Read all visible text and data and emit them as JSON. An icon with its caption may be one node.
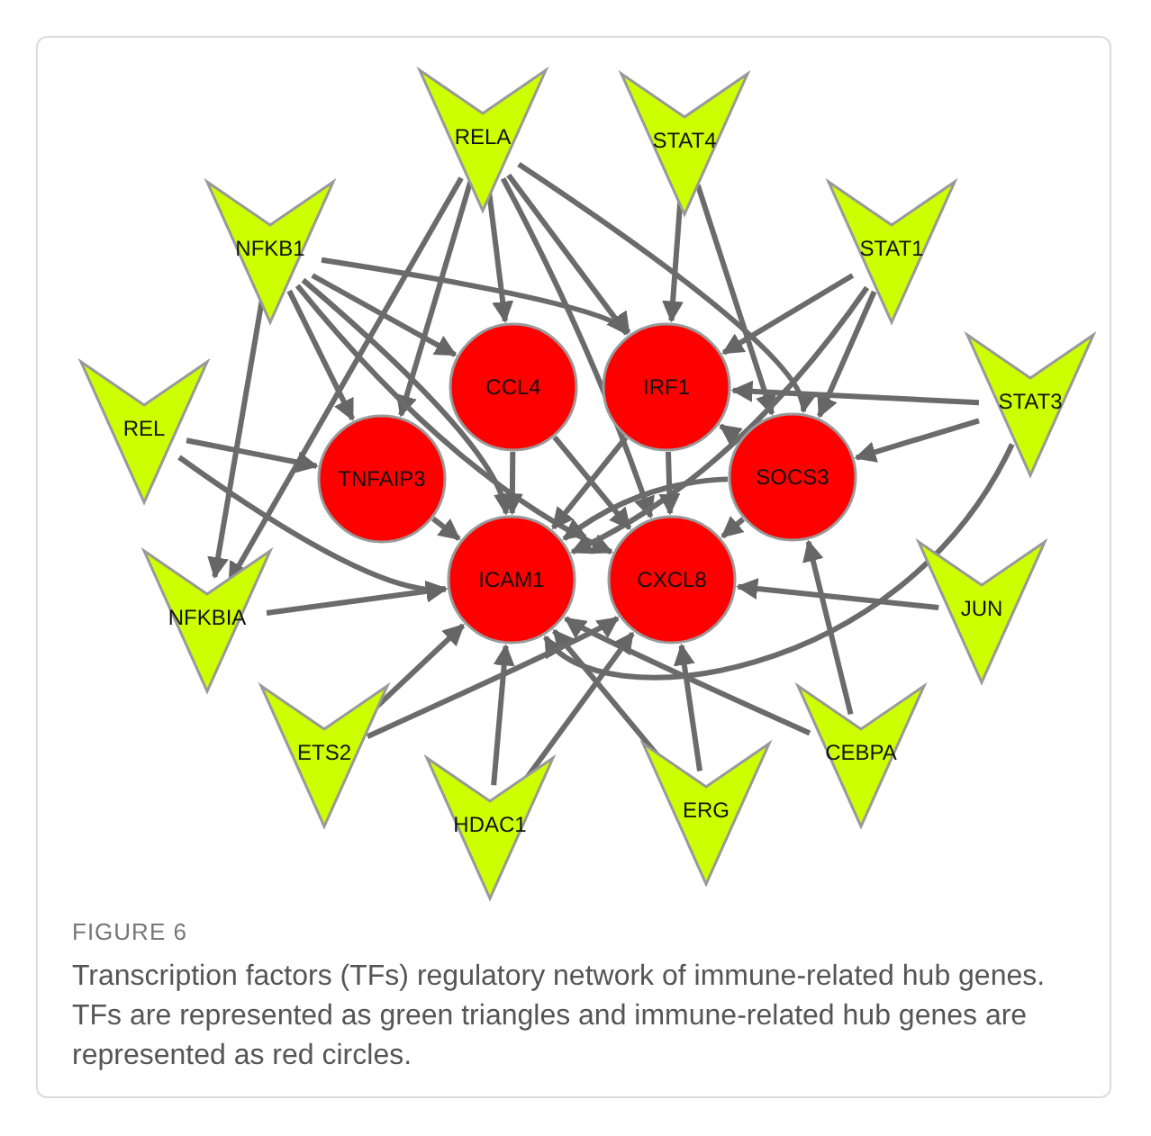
{
  "diagram": {
    "title": "FIGURE 6",
    "caption": "Transcription factors (TFs) regulatory network of immune-related hub genes. TFs are represented as green triangles and immune-related hub genes are represented as red circles.",
    "nodes": [
      {
        "text": [
          "RELA"
        ]
      },
      {
        "text": [
          "STAT4"
        ]
      },
      {
        "text": [
          "NFKB1"
        ]
      },
      {
        "text": [
          "STAT1"
        ]
      },
      {
        "text": [
          "CCL4"
        ]
      },
      {
        "text": [
          "IRF1"
        ]
      },
      {
        "text": [
          "REL"
        ]
      },
      {
        "text": [
          "STAT3"
        ]
      },
      {
        "text": [
          "TNFAIP3"
        ]
      },
      {
        "text": [
          "SOCS3"
        ]
      },
      {
        "text": [
          "ICAM1"
        ]
      },
      {
        "text": [
          "CXCL8"
        ]
      },
      {
        "text": [
          "NFKBIA"
        ]
      },
      {
        "text": [
          "JUN"
        ]
      },
      {
        "text": [
          "ETS2"
        ]
      },
      {
        "text": [
          "CEBPA"
        ]
      },
      {
        "text": [
          "HDAC1"
        ]
      },
      {
        "text": [
          "ERG"
        ]
      }
    ],
    "edges": [
      {
        "from": 0,
        "to": 4,
        "arrow": "to"
      },
      {
        "from": 0,
        "to": 5,
        "arrow": "to"
      },
      {
        "from": 0,
        "to": 8,
        "arrow": "to"
      },
      {
        "from": 0,
        "to": 12,
        "arrow": "to"
      },
      {
        "from": 0,
        "to": 11,
        "arrow": "to"
      },
      {
        "from": 0,
        "to": 9,
        "arrow": "to"
      },
      {
        "from": 2,
        "to": 4,
        "arrow": "to"
      },
      {
        "from": 2,
        "to": 5,
        "arrow": "to"
      },
      {
        "from": 2,
        "to": 8,
        "arrow": "to"
      },
      {
        "from": 2,
        "to": 10,
        "arrow": "to"
      },
      {
        "from": 2,
        "to": 11,
        "arrow": "to"
      },
      {
        "from": 2,
        "to": 12,
        "arrow": "to"
      },
      {
        "from": 6,
        "to": 8,
        "arrow": "to"
      },
      {
        "from": 6,
        "to": 10,
        "arrow": "to"
      },
      {
        "from": 1,
        "to": 5,
        "arrow": "to"
      },
      {
        "from": 1,
        "to": 9,
        "arrow": "to"
      },
      {
        "from": 3,
        "to": 5,
        "arrow": "to"
      },
      {
        "from": 3,
        "to": 9,
        "arrow": "to"
      },
      {
        "from": 3,
        "to": 10,
        "arrow": "to"
      },
      {
        "from": 7,
        "to": 5,
        "arrow": "to"
      },
      {
        "from": 7,
        "to": 9,
        "arrow": "to"
      },
      {
        "from": 7,
        "to": 10,
        "arrow": "to"
      },
      {
        "from": 13,
        "to": 11,
        "arrow": "to"
      },
      {
        "from": 15,
        "to": 9,
        "arrow": "to"
      },
      {
        "from": 15,
        "to": 10,
        "arrow": "to"
      },
      {
        "from": 17,
        "to": 11,
        "arrow": "to"
      },
      {
        "from": 17,
        "to": 10,
        "arrow": "to"
      },
      {
        "from": 16,
        "to": 10,
        "arrow": "to"
      },
      {
        "from": 16,
        "to": 11,
        "arrow": "to"
      },
      {
        "from": 14,
        "to": 10,
        "arrow": "to"
      },
      {
        "from": 14,
        "to": 11,
        "arrow": "to"
      },
      {
        "from": 12,
        "to": 10,
        "arrow": "to"
      },
      {
        "from": 5,
        "to": 10,
        "arrow": "to"
      },
      {
        "from": 5,
        "to": 11,
        "arrow": "to"
      },
      {
        "from": 9,
        "to": 5,
        "arrow": "to"
      },
      {
        "from": 9,
        "to": 10,
        "arrow": "to"
      },
      {
        "from": 9,
        "to": 11,
        "arrow": "to"
      },
      {
        "from": 8,
        "to": 10,
        "arrow": "to"
      },
      {
        "from": 4,
        "to": 10,
        "arrow": "to"
      },
      {
        "from": 4,
        "to": 11,
        "arrow": "to"
      }
    ]
  }
}
